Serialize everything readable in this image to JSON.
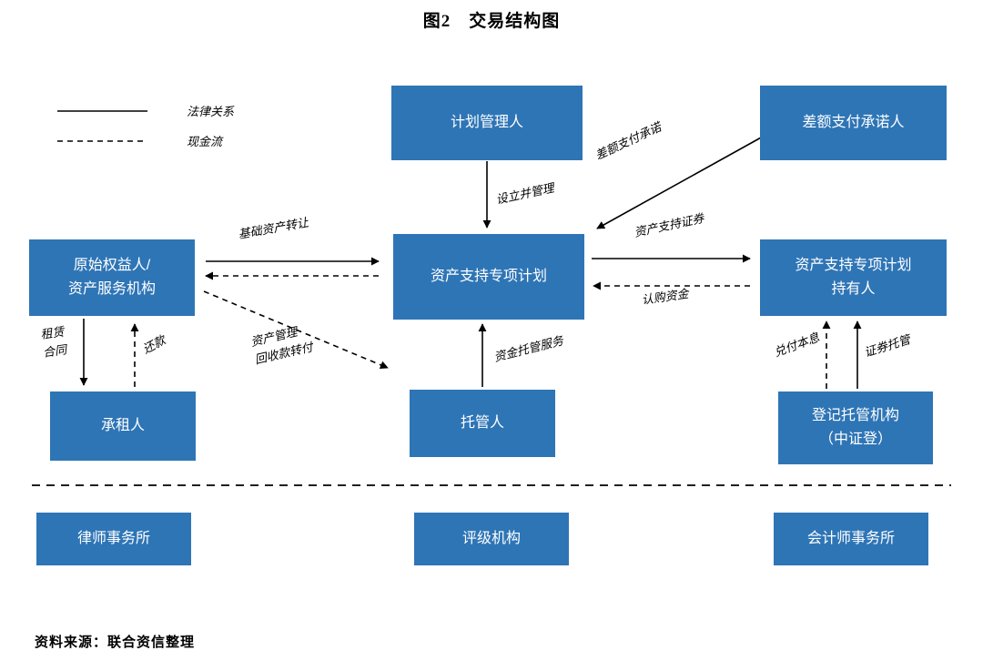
{
  "title": "图2　交易结构图",
  "legend": {
    "solid": "法律关系",
    "dashed": "现金流"
  },
  "nodes": {
    "plan_manager": "计划管理人",
    "difference_payer": "差额支付承诺人",
    "originator": "原始权益人/\n资产服务机构",
    "spv": "资产支持专项计划",
    "holders": "资产支持专项计划\n持有人",
    "lessee": "承租人",
    "custodian": "托管人",
    "registrar": "登记托管机构\n（中证登）",
    "law_firm": "律师事务所",
    "rating_agency": "评级机构",
    "accounting_firm": "会计师事务所"
  },
  "edges": [
    {
      "label": "设立并管理",
      "style": "solid",
      "from": "计划管理人",
      "to": "资产支持专项计划"
    },
    {
      "label": "差额支付承诺",
      "style": "solid",
      "from": "差额支付承诺人",
      "to": "资产支持专项计划"
    },
    {
      "label": "基础资产转让",
      "style": "solid",
      "from": "原始权益人/资产服务机构",
      "to": "资产支持专项计划"
    },
    {
      "label": "",
      "style": "dashed",
      "from": "资产支持专项计划",
      "to": "原始权益人/资产服务机构"
    },
    {
      "label": "资产支持证券",
      "style": "solid",
      "from": "资产支持专项计划",
      "to": "资产支持专项计划持有人"
    },
    {
      "label": "认购资金",
      "style": "dashed",
      "from": "资产支持专项计划持有人",
      "to": "资产支持专项计划"
    },
    {
      "label": "租赁\n合同",
      "style": "solid",
      "from": "原始权益人/资产服务机构",
      "to": "承租人"
    },
    {
      "label": "还款",
      "style": "dashed",
      "from": "承租人",
      "to": "原始权益人/资产服务机构"
    },
    {
      "label": "资产管理\n回收款转付",
      "style": "dashed",
      "from": "原始权益人/资产服务机构",
      "to": "托管人"
    },
    {
      "label": "资金托管服务",
      "style": "solid",
      "from": "托管人",
      "to": "资产支持专项计划"
    },
    {
      "label": "兑付本息",
      "style": "dashed",
      "from": "登记托管机构（中证登）",
      "to": "资产支持专项计划持有人"
    },
    {
      "label": "证券托管",
      "style": "solid",
      "from": "登记托管机构（中证登）",
      "to": "资产支持专项计划持有人"
    }
  ],
  "source": "资料来源：联合资信整理",
  "colors": {
    "node_fill": "#2e75b6",
    "node_text": "#ffffff",
    "line": "#000000",
    "background": "#ffffff"
  }
}
